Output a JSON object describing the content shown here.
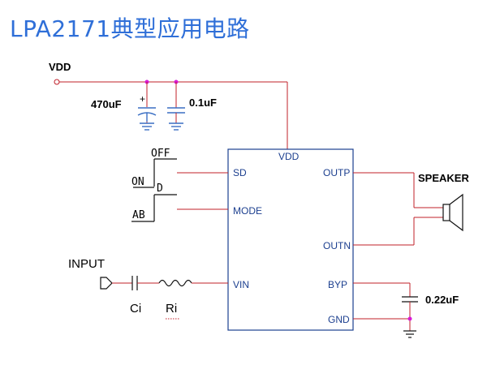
{
  "title": "LPA2171典型应用电路",
  "supply": {
    "label": "VDD"
  },
  "capacitors": {
    "c_bulk": "470uF",
    "c_bypass": "0.1uF",
    "c_byp": "0.22uF",
    "c_in": "Ci"
  },
  "resistor": {
    "r_in": "Ri"
  },
  "input": {
    "label": "INPUT"
  },
  "switches": {
    "sd_off": "OFF",
    "sd_on": "ON",
    "mode_d": "D",
    "mode_ab": "AB"
  },
  "chip": {
    "pins": {
      "vdd": "VDD",
      "sd": "SD",
      "mode": "MODE",
      "vin": "VIN",
      "outp": "OUTP",
      "outn": "OUTN",
      "byp": "BYP",
      "gnd": "GND"
    }
  },
  "speaker": {
    "label": "SPEAKER"
  },
  "colors": {
    "title": "#2f6fd8",
    "wire": "#c0202a",
    "junction": "#d81ad8",
    "chip": "#1c3f8f"
  }
}
